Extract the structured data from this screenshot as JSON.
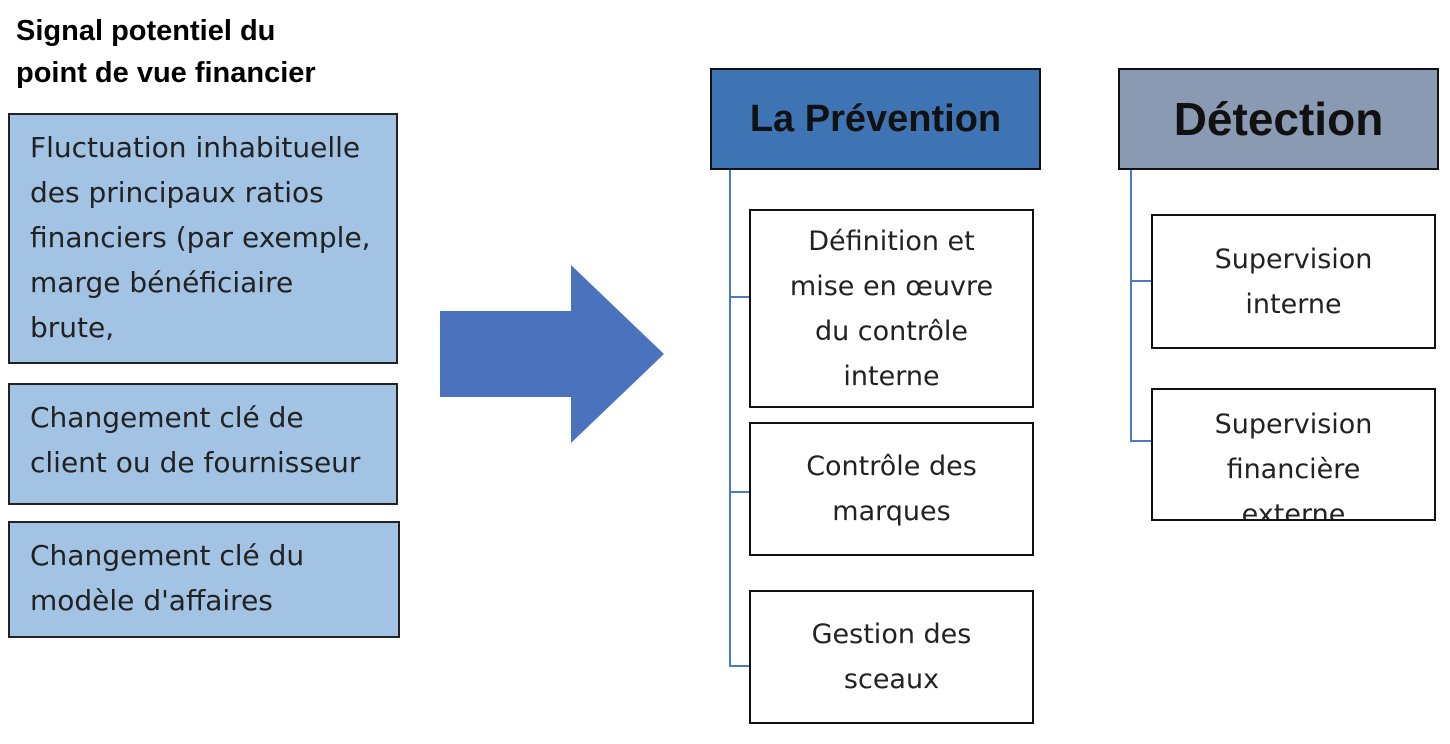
{
  "title": "Signal potentiel du\npoint de vue financier",
  "signals": [
    {
      "text": "Fluctuation inhabituelle\ndes principaux ratios\nfinanciers (par exemple,\nmarge bénéficiaire\nbrute,"
    },
    {
      "text": "Changement clé de\nclient ou de fournisseur"
    },
    {
      "text": "Changement clé du\nmodèle d'affaires"
    }
  ],
  "prevention": {
    "header": "La Prévention",
    "header_color": "#3f74b4",
    "items": [
      {
        "text": "Définition et\nmise en œuvre\ndu contrôle\ninterne"
      },
      {
        "text": "Contrôle des\nmarques"
      },
      {
        "text": "Gestion des\nsceaux"
      }
    ]
  },
  "detection": {
    "header": "Détection",
    "header_color": "#8b9ab3",
    "items": [
      {
        "text": "Supervision\ninterne"
      },
      {
        "text": "Supervision\nfinancière\nexterne"
      }
    ]
  },
  "colors": {
    "signal_box": "#a3c3e4",
    "arrow": "#4a72bd",
    "connector": "#4a7bc8"
  }
}
